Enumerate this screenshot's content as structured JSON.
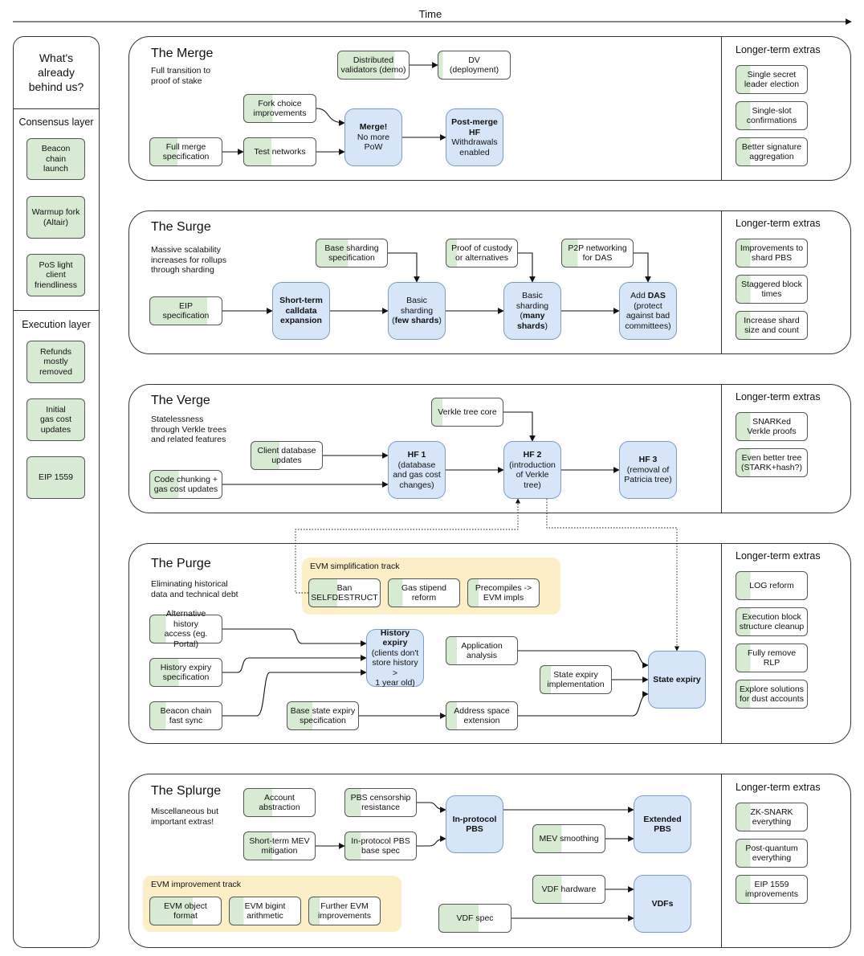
{
  "time_label": "Time",
  "left_panel": {
    "title": "What's\nalready\nbehind us?",
    "consensus_label": "Consensus layer",
    "consensus_items": [
      "Beacon\nchain\nlaunch",
      "Warmup fork\n(Altair)",
      "PoS light\nclient\nfriendliness"
    ],
    "execution_label": "Execution layer",
    "execution_items": [
      "Refunds\nmostly\nremoved",
      "Initial\ngas cost\nupdates",
      "EIP 1559"
    ]
  },
  "sections": {
    "merge": {
      "title": "The Merge",
      "subtitle": "Full transition to\nproof of stake",
      "extras_title": "Longer-term extras",
      "extras": [
        "Single secret\nleader election",
        "Single-slot\nconfirmations",
        "Better signature\naggregation"
      ],
      "nodes": {
        "distributed_validators": "Distributed\nvalidators (demo)",
        "dv_deployment": "DV\n(deployment)",
        "fork_choice": "Fork choice\nimprovements",
        "full_merge_spec": "Full merge\nspecification",
        "test_networks": "Test networks",
        "merge": "<b>Merge!</b>\nNo more\nPoW",
        "post_merge_hf": "<b>Post-merge\nHF</b>\nWithdrawals\nenabled"
      }
    },
    "surge": {
      "title": "The Surge",
      "subtitle": "Massive scalability\nincreases for rollups\nthrough sharding",
      "extras_title": "Longer-term extras",
      "extras": [
        "Improvements to\nshard PBS",
        "Staggered block\ntimes",
        "Increase shard\nsize and count"
      ],
      "nodes": {
        "base_sharding_spec": "Base sharding\nspecification",
        "proof_of_custody": "Proof of custody\nor alternatives",
        "p2p_networking": "P2P networking\nfor DAS",
        "eip_spec": "EIP\nspecification",
        "short_term_calldata": "<b>Short-term\ncalldata\nexpansion</b>",
        "basic_few": "Basic\nsharding\n(<b>few shards</b>)",
        "basic_many": "Basic\nsharding\n(<b>many\nshards</b>)",
        "add_das": "Add <b>DAS</b>\n(protect\nagainst bad\ncommittees)"
      }
    },
    "verge": {
      "title": "The Verge",
      "subtitle": "Statelessness\nthrough Verkle trees\nand related features",
      "extras_title": "Longer-term extras",
      "extras": [
        "SNARKed\nVerkle proofs",
        "Even better tree\n(STARK+hash?)"
      ],
      "nodes": {
        "verkle_core": "Verkle tree core",
        "client_db": "Client database\nupdates",
        "code_chunking": "Code chunking +\ngas cost updates",
        "hf1": "<b>HF 1</b>\n(database\nand gas cost\nchanges)",
        "hf2": "<b>HF 2</b>\n(introduction\nof Verkle\ntree)",
        "hf3": "<b>HF 3</b>\n(removal of\nPatricia tree)"
      }
    },
    "purge": {
      "title": "The Purge",
      "subtitle": "Eliminating historical\ndata and technical debt",
      "extras_title": "Longer-term extras",
      "extras": [
        "LOG reform",
        "Execution block\nstructure cleanup",
        "Fully remove\nRLP",
        "Explore solutions\nfor dust accounts"
      ],
      "track_label": "EVM simplification track",
      "nodes": {
        "ban_selfdestruct": "Ban\nSELFDESTRUCT",
        "gas_stipend": "Gas stipend\nreform",
        "precompiles": "Precompiles ->\nEVM impls",
        "alt_history": "Alternative history\naccess (eg. Portal)",
        "history_expiry_spec": "History expiry\nspecification",
        "beacon_fast_sync": "Beacon chain\nfast sync",
        "history_expiry": "<b>History\nexpiry</b>\n(clients don't\nstore history >\n1 year old)",
        "app_analysis": "Application\nanalysis",
        "state_expiry_impl": "State expiry\nimplementation",
        "base_state_expiry": "Base state expiry\nspecification",
        "address_space": "Address space\nextension",
        "state_expiry": "<b>State expiry</b>"
      }
    },
    "splurge": {
      "title": "The Splurge",
      "subtitle": "Miscellaneous but\nimportant extras!",
      "extras_title": "Longer-term extras",
      "extras": [
        "ZK-SNARK\neverything",
        "Post-quantum\neverything",
        "EIP 1559\nimprovements"
      ],
      "track_label": "EVM improvement track",
      "nodes": {
        "account_abstraction": "Account\nabstraction",
        "pbs_censorship": "PBS censorship\nresistance",
        "short_term_mev": "Short-term MEV\nmitigation",
        "inprotocol_pbs_spec": "In-protocol PBS\nbase spec",
        "inprotocol_pbs": "<b>In-protocol\nPBS</b>",
        "mev_smoothing": "MEV smoothing",
        "extended_pbs": "<b>Extended\nPBS</b>",
        "vdf_hardware": "VDF hardware",
        "vdf_spec": "VDF spec",
        "vdfs": "<b>VDFs</b>",
        "evm_object_format": "EVM object\nformat",
        "evm_bigint": "EVM bigint\narithmetic",
        "further_evm": "Further EVM\nimprovements"
      }
    }
  },
  "colors": {
    "done_green": "#d7ebd3",
    "milestone_blue": "#d6e6f8",
    "track_yellow": "#fcefc8",
    "line": "#111111"
  }
}
